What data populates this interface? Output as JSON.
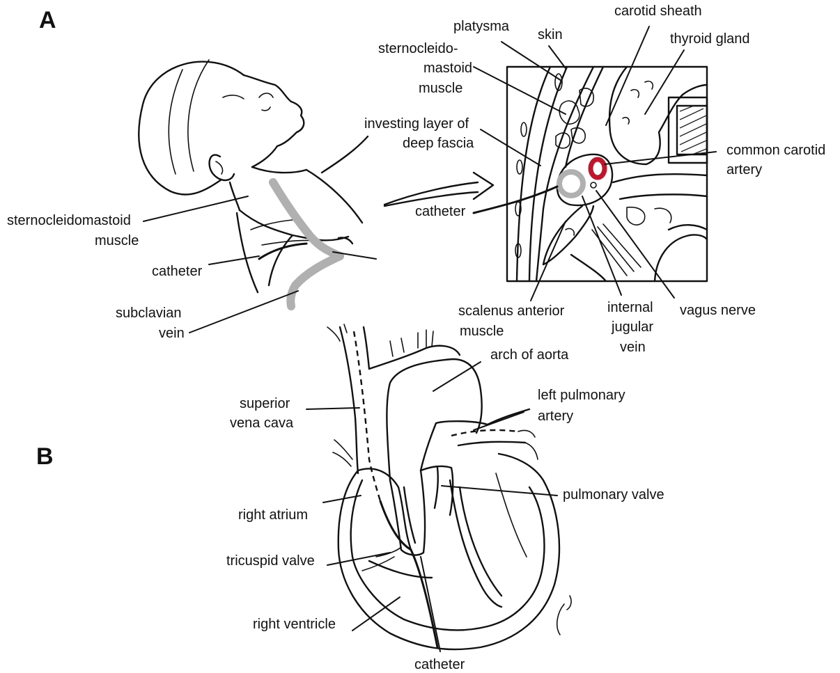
{
  "panels": {
    "a": "A",
    "b": "B"
  },
  "panel_a": {
    "neck_labels": {
      "scm_1": "sternocleidomastoid",
      "scm_2": "muscle",
      "catheter": "catheter",
      "subclavian_1": "subclavian",
      "subclavian_2": "vein"
    },
    "section_labels": {
      "platysma": "platysma",
      "skin": "skin",
      "carotid_sheath": "carotid sheath",
      "thyroid_gland": "thyroid gland",
      "scm_1": "sternocleido-",
      "scm_2": "mastoid",
      "scm_3": "muscle",
      "investing_1": "investing layer of",
      "investing_2": "deep fascia",
      "cca_1": "common carotid",
      "cca_2": "artery",
      "catheter": "catheter",
      "scalenus_1": "scalenus anterior",
      "scalenus_2": "muscle",
      "ijv_1": "internal",
      "ijv_2": "jugular",
      "ijv_3": "vein",
      "vagus": "vagus nerve"
    }
  },
  "panel_b": {
    "labels": {
      "arch_aorta": "arch of aorta",
      "svc_1": "superior",
      "svc_2": "vena cava",
      "lpa_1": "left pulmonary",
      "lpa_2": "artery",
      "pulmonary_valve": "pulmonary valve",
      "right_atrium": "right atrium",
      "tricuspid_valve": "tricuspid valve",
      "right_ventricle": "right ventricle",
      "catheter": "catheter"
    }
  },
  "colors": {
    "artery": "#c0162c",
    "vein_shade": "#b0b0b0",
    "ink": "#111111"
  }
}
